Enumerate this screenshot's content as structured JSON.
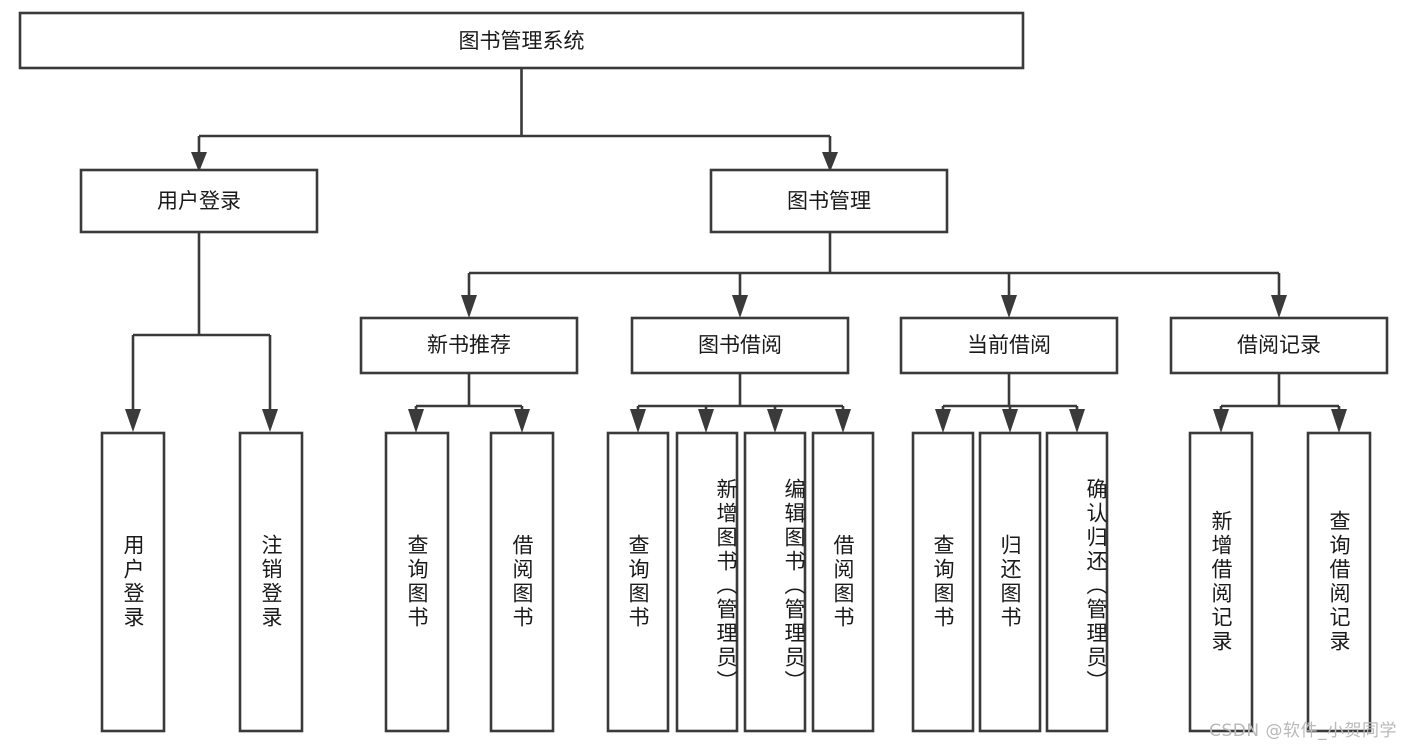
{
  "diagram": {
    "type": "tree",
    "title": "图书管理系统",
    "root": {
      "id": "root",
      "label": "图书管理系统",
      "orientation": "horizontal"
    },
    "level2": [
      {
        "id": "user-login",
        "label": "用户登录",
        "orientation": "horizontal"
      },
      {
        "id": "book-manage",
        "label": "图书管理",
        "orientation": "horizontal"
      }
    ],
    "level3": [
      {
        "id": "new-book-recommend",
        "label": "新书推荐",
        "orientation": "horizontal",
        "parent": "book-manage"
      },
      {
        "id": "book-borrow",
        "label": "图书借阅",
        "orientation": "horizontal",
        "parent": "book-manage"
      },
      {
        "id": "current-borrow",
        "label": "当前借阅",
        "orientation": "horizontal",
        "parent": "book-manage"
      },
      {
        "id": "borrow-record",
        "label": "借阅记录",
        "orientation": "horizontal",
        "parent": "book-manage"
      }
    ],
    "leaves": [
      {
        "id": "leaf-user-login",
        "label": "用户登录",
        "parent": "user-login",
        "align": "middle"
      },
      {
        "id": "leaf-logout-login",
        "label": "注销登录",
        "parent": "user-login",
        "align": "middle"
      },
      {
        "id": "leaf-query-book-1",
        "label": "查询图书",
        "parent": "new-book-recommend",
        "align": "middle"
      },
      {
        "id": "leaf-borrow-book-1",
        "label": "借阅图书",
        "parent": "new-book-recommend",
        "align": "middle"
      },
      {
        "id": "leaf-query-book-2",
        "label": "查询图书",
        "parent": "book-borrow",
        "align": "middle"
      },
      {
        "id": "leaf-add-book",
        "label": "新增图书（管理员）",
        "parent": "book-borrow",
        "align": "top"
      },
      {
        "id": "leaf-edit-book",
        "label": "编辑图书（管理员）",
        "parent": "book-borrow",
        "align": "top"
      },
      {
        "id": "leaf-borrow-book-2",
        "label": "借阅图书",
        "parent": "book-borrow",
        "align": "middle"
      },
      {
        "id": "leaf-query-book-3",
        "label": "查询图书",
        "parent": "current-borrow",
        "align": "middle"
      },
      {
        "id": "leaf-return-book",
        "label": "归还图书",
        "parent": "current-borrow",
        "align": "middle"
      },
      {
        "id": "leaf-confirm-return",
        "label": "确认归还（管理员）",
        "parent": "current-borrow",
        "align": "top"
      },
      {
        "id": "leaf-add-record",
        "label": "新增借阅记录",
        "parent": "borrow-record",
        "align": "middle"
      },
      {
        "id": "leaf-query-record",
        "label": "查询借阅记录",
        "parent": "borrow-record",
        "align": "middle"
      }
    ],
    "colors": {
      "stroke": "#3a3a3a",
      "fill": "#ffffff",
      "text": "#1a1a1a",
      "background": "#ffffff",
      "watermark": "#b9b9b9"
    }
  },
  "watermark": {
    "text": "CSDN @软件_小贺同学"
  }
}
